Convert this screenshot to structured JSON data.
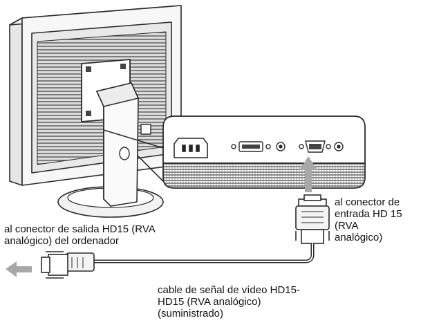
{
  "labels": {
    "monitor_input": {
      "lines": [
        "al conector de",
        "entrada HD 15",
        "(RVA",
        "analógico)"
      ]
    },
    "computer_output": {
      "lines": [
        "al conector de salida HD15 (RVA",
        "analógico) del ordenador"
      ]
    },
    "cable": {
      "lines": [
        "cable de señal de vídeo HD15-",
        "HD15 (RVA analógico)",
        "(suministrado)"
      ]
    }
  },
  "colors": {
    "line": "#2a2a2a",
    "arrow": "#a8a8a8",
    "panel_fill": "#ffffff",
    "hatch": "#3a3a3a",
    "monitor_fill": "#f4f4f4"
  },
  "icons": {
    "power_connector": "power-socket-icon",
    "dvi_connector": "dvi-port-icon",
    "hd15_connector": "vga-port-icon",
    "direction_arrow": "arrow-left-icon"
  }
}
